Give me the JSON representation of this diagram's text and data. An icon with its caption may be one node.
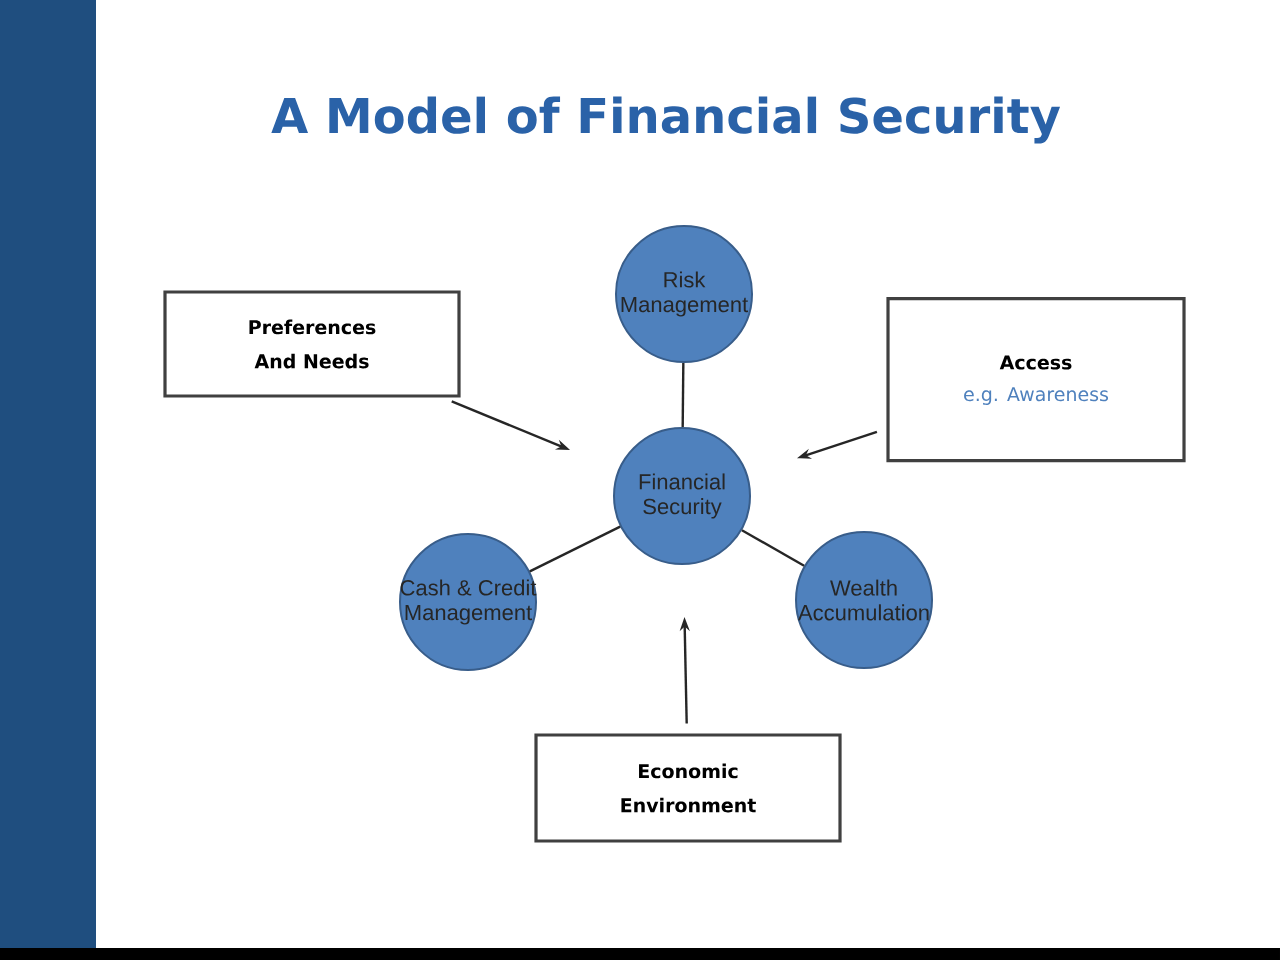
{
  "diagram": {
    "title": "A Model of Financial Security",
    "nodes": [
      {
        "text": [
          "Preferences And Needs"
        ]
      },
      {
        "text": [
          "Risk Management"
        ]
      },
      {
        "text": [
          "Access",
          "e.g. Awareness"
        ]
      },
      {
        "text": [
          "Financial Security"
        ]
      },
      {
        "text": [
          "Cash & Credit Management"
        ]
      },
      {
        "text": [
          "Wealth Accumulation"
        ]
      },
      {
        "text": [
          "Economic Environment"
        ]
      }
    ],
    "edges": [
      {
        "from": 1,
        "to": 3,
        "arrow": "none"
      },
      {
        "from": 3,
        "to": 4,
        "arrow": "none"
      },
      {
        "from": 3,
        "to": 5,
        "arrow": "none"
      },
      {
        "from": 0,
        "to": 3,
        "arrow": "to"
      },
      {
        "from": 2,
        "to": 3,
        "arrow": "to"
      },
      {
        "from": 6,
        "to": 3,
        "arrow": "to"
      }
    ]
  }
}
